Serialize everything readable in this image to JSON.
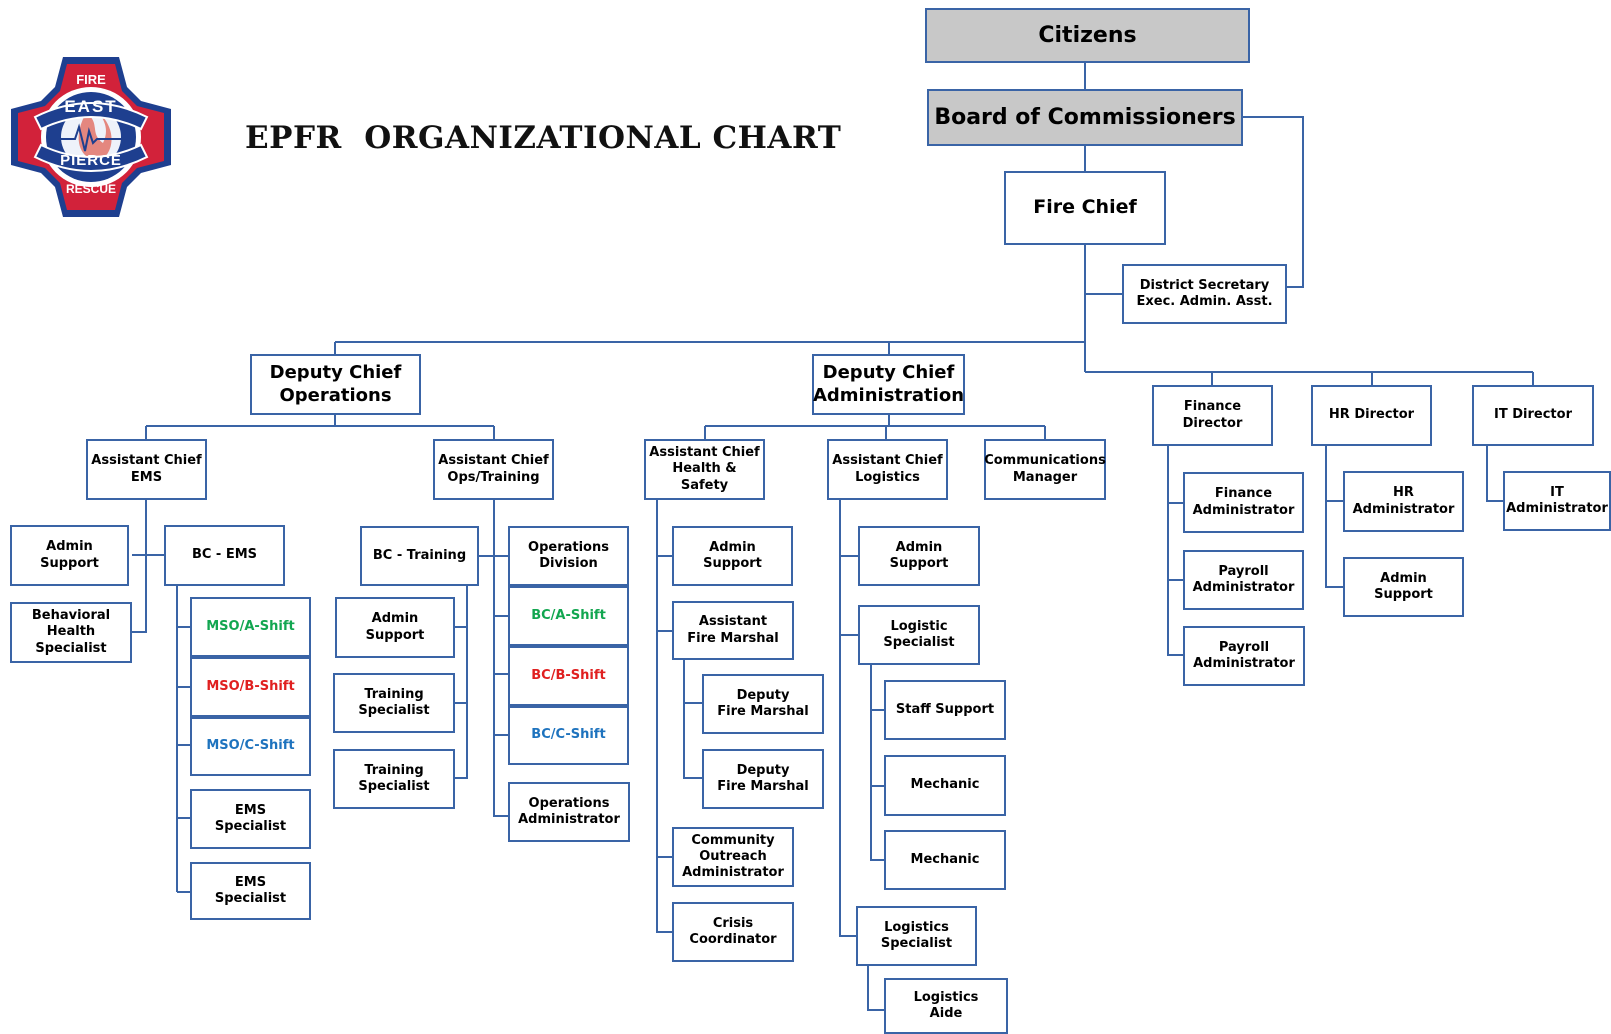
{
  "title": "EPFR  ORGANIZATIONAL CHART",
  "logo": {
    "top_text": "FIRE",
    "ribbon_top": "EAST",
    "ribbon_bottom": "PIERCE",
    "bottom_text": "RESCUE"
  },
  "colors": {
    "line": "#3a64a6",
    "header_fill": "#c8c8c8",
    "a_shift": "#12a650",
    "b_shift": "#e02020",
    "c_shift": "#1e73be"
  },
  "nodes": {
    "citizens": "Citizens",
    "board": "Board of Commissioners",
    "fire_chief": "Fire Chief",
    "district_secretary": "District Secretary\nExec. Admin. Asst.",
    "dc_operations": "Deputy Chief\nOperations",
    "dc_administration": "Deputy Chief\nAdministration",
    "finance_director": "Finance Director",
    "hr_director": "HR Director",
    "it_director": "IT Director",
    "ac_ems": "Assistant Chief\nEMS",
    "ac_ops_training": "Assistant Chief\nOps/Training",
    "ac_health_safety": "Assistant Chief\nHealth & Safety",
    "ac_logistics": "Assistant Chief\nLogistics",
    "communications_manager": "Communications\nManager",
    "ems_admin_support": "Admin\nSupport",
    "behavioral_health": "Behavioral\nHealth\nSpecialist",
    "bc_ems": "BC - EMS",
    "mso_a": "MSO/A-Shift",
    "mso_b": "MSO/B-Shift",
    "mso_c": "MSO/C-Shift",
    "ems_specialist_1": "EMS\nSpecialist",
    "ems_specialist_2": "EMS\nSpecialist",
    "bc_training": "BC - Training",
    "training_admin_support": "Admin\nSupport",
    "training_specialist_1": "Training\nSpecialist",
    "training_specialist_2": "Training\nSpecialist",
    "operations_division": "Operations\nDivision",
    "bc_a": "BC/A-Shift",
    "bc_b": "BC/B-Shift",
    "bc_c": "BC/C-Shift",
    "operations_administrator": "Operations\nAdministrator",
    "hs_admin_support": "Admin\nSupport",
    "asst_fire_marshal": "Assistant\nFire Marshal",
    "deputy_fire_marshal_1": "Deputy\nFire Marshal",
    "deputy_fire_marshal_2": "Deputy\nFire Marshal",
    "community_outreach": "Community\nOutreach\nAdministrator",
    "crisis_coordinator": "Crisis\nCoordinator",
    "log_admin_support": "Admin\nSupport",
    "logistic_specialist": "Logistic\nSpecialist",
    "staff_support": "Staff Support",
    "mechanic_1": "Mechanic",
    "mechanic_2": "Mechanic",
    "logistics_specialist": "Logistics\nSpecialist",
    "logistics_aide": "Logistics\nAide",
    "finance_administrator": "Finance\nAdministrator",
    "payroll_administrator_1": "Payroll\nAdministrator",
    "payroll_administrator_2": "Payroll\nAdministrator",
    "hr_administrator": "HR\nAdministrator",
    "hr_admin_support": "Admin\nSupport",
    "it_administrator": "IT\nAdministrator"
  }
}
